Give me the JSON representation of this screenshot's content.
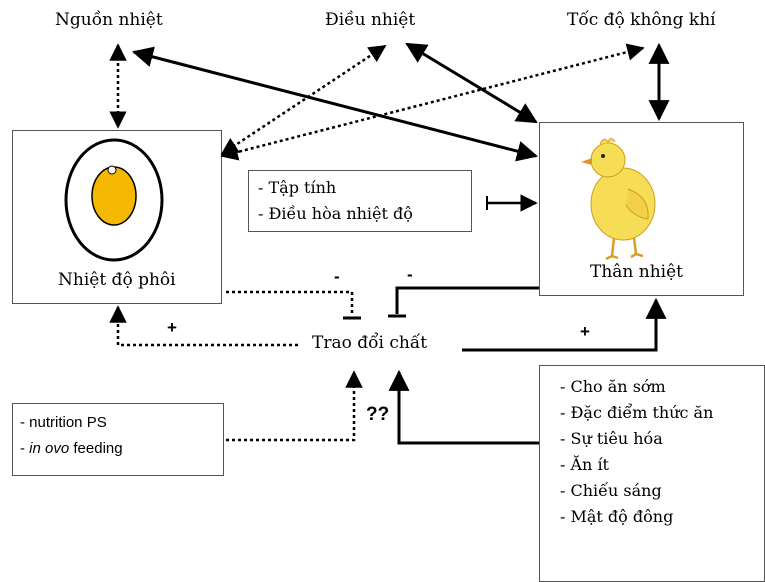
{
  "nodes": {
    "heat_source": "Nguồn nhiệt",
    "thermoregulation": "Điều nhiệt",
    "air_speed": "Tốc độ không khí",
    "embryo_temp": "Nhiệt độ phôi",
    "body_temp": "Thân nhiệt",
    "metabolism": "Trao đổi chất"
  },
  "behavior_box": [
    "- Tập tính",
    "- Điều hòa nhiệt độ"
  ],
  "nutrition_box": {
    "line1": "- nutrition PS",
    "line2_prefix": "- ",
    "line2_italic": "in ovo",
    "line2_suffix": " feeding"
  },
  "factors_box": [
    "- Cho ăn sớm",
    "- Đặc điểm thức ăn",
    "- Sự tiêu hóa",
    "- Ăn ít",
    "- Chiếu sáng",
    "- Mật độ đông"
  ],
  "signs": {
    "minus_left": "-",
    "minus_right": "-",
    "plus_left": "+",
    "plus_right": "+",
    "unknown": "??"
  },
  "colors": {
    "egg_yolk": "#f5b800",
    "chick_body": "#f7dc55"
  }
}
